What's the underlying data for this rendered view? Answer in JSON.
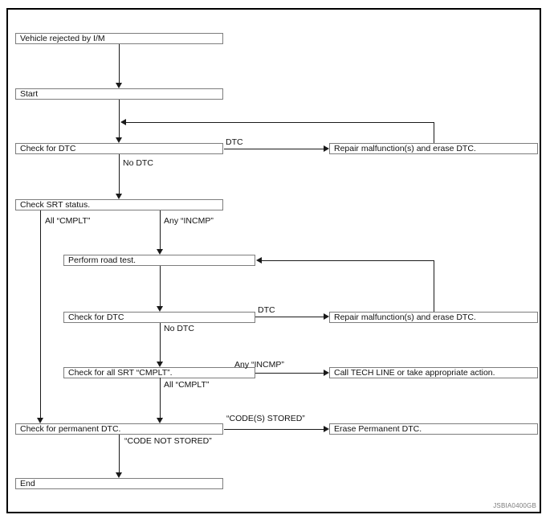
{
  "diagram": {
    "figure_id": "JSBIA0400GB",
    "nodes": {
      "vehicle_rejected": "Vehicle rejected by I/M",
      "start": "Start",
      "check_dtc_1": "Check for DTC",
      "check_srt": "Check SRT status.",
      "perform_road_test": "Perform road test.",
      "check_dtc_2": "Check for DTC",
      "check_all_srt": "Check for all SRT “CMPLT”.",
      "check_permanent": "Check for permanent DTC.",
      "end": "End",
      "repair_1": "Repair malfunction(s) and erase DTC.",
      "repair_2": "Repair malfunction(s) and erase DTC.",
      "call_tech_line": "Call TECH LINE or take appropriate action.",
      "erase_permanent": "Erase Permanent DTC."
    },
    "labels": {
      "dtc_1": "DTC",
      "no_dtc_1": "No DTC",
      "all_cmplt_1": "All “CMPLT”",
      "any_incmp_1": "Any “INCMP”",
      "dtc_2": "DTC",
      "no_dtc_2": "No DTC",
      "any_incmp_2": "Any “INCMP”",
      "all_cmplt_2": "All “CMPLT”",
      "codes_stored": "“CODE(S) STORED”",
      "code_not_stored": "“CODE NOT STORED”"
    },
    "colors": {
      "line": "#1a1a1a",
      "box_border": "#7d7d7d",
      "background": "#ffffff",
      "figure_id_color": "#7a7a7a"
    }
  }
}
